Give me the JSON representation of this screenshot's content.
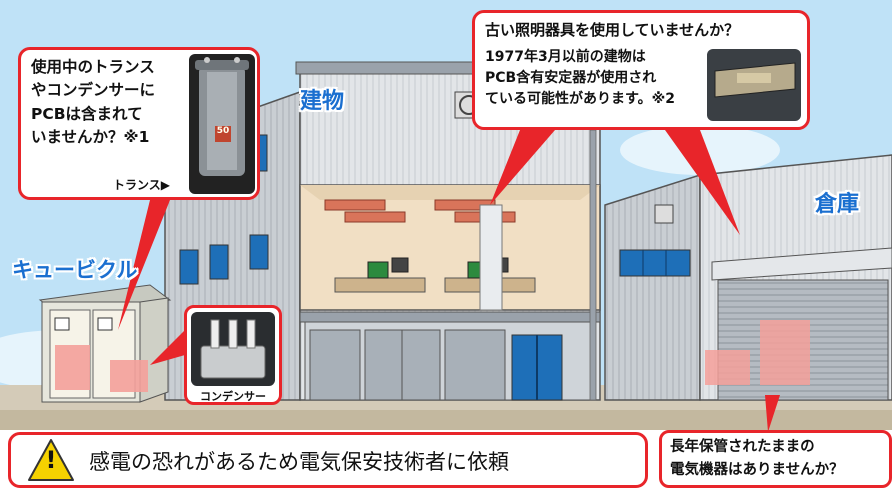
{
  "labels": {
    "building": "建物",
    "warehouse": "倉庫",
    "cubicle": "キュービクル"
  },
  "callouts": {
    "transformer": {
      "lines": [
        "使用中のトランス",
        "やコンデンサーに",
        "PCBは含まれて",
        "いませんか？※1"
      ],
      "photo_caption": "トランス▶",
      "photo_text": "50"
    },
    "lighting": {
      "title": "古い照明器具を使用していませんか？",
      "lines": [
        "1977年3月以前の建物は",
        "PCB含有安定器が使用され",
        "ている可能性があります。※2"
      ]
    },
    "condenser": {
      "caption": "コンデンサー"
    },
    "stored": {
      "lines": [
        "長年保管されたままの",
        "電気機器はありませんか？"
      ]
    }
  },
  "warning": {
    "icon_glyph": "!",
    "text": "感電の恐れがあるため電気保安技術者に依頼"
  },
  "colors": {
    "sky": "#bfe2f7",
    "callout_border": "#e8252a",
    "label_blue": "#1a6fd0",
    "warning_yellow": "#f5d200",
    "highlight_pink": "#f4a09a"
  }
}
